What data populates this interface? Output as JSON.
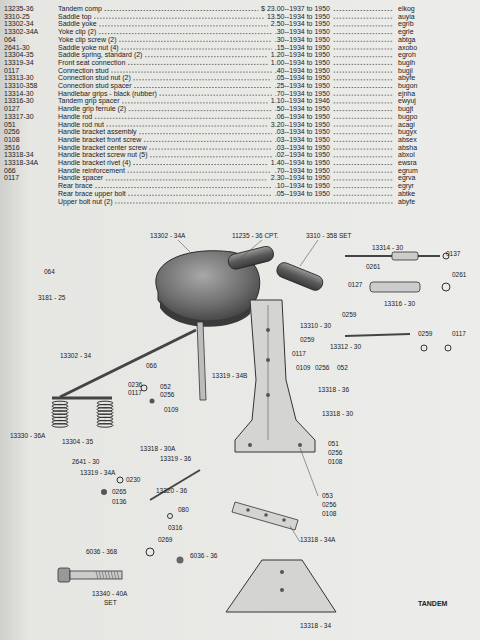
{
  "diagram": {
    "labels": [
      "13235-36",
      "3310-25",
      "13302-34",
      "13302-34A",
      "064",
      "2641-30",
      "13304-35",
      "13319-34",
      "0117",
      "13313-30",
      "13310-358",
      "13314-30",
      "13316-30",
      "0127",
      "13317-30",
      "051",
      "0256",
      "0108",
      "3516",
      "13318-34",
      "13318-34A",
      "066",
      "0117",
      "Tandem comp",
      "Saddle top",
      "Saddle yoke",
      "Yoke clip (2)",
      "Yoke clip screw (2)",
      "Saddle yoke nut (4)",
      "Saddle spring, standard (2)",
      "Front seat connection",
      "Connection stud",
      "Connection stud nut (2)",
      "Connection stud spacer",
      "Handlebar grips - black (rubber)",
      "Tandem grip spacer",
      "Handle grip ferrule (2)",
      "Handle rod",
      "Handle rod nut",
      "Handle bracket assembly",
      "Handle bracket front screw",
      "Handle bracket center screw",
      "Handle bracket screw nut (5)",
      "Handle bracket rivet (4)",
      "Handle reinforcement",
      "Handle spacer",
      "Rear brace",
      "Rear brace upper bolt",
      "Upper bolt nut (2)",
      "$ 23.00--1937 to 1950",
      "13.50--1934 to 1950",
      "2.50--1934 to 1950",
      ".30--1934 to 1950",
      ".30--1934 to 1950",
      ".15--1934 to 1950",
      "1.20--1934 to 1950",
      "1.00--1934 to 1950",
      ".40--1934 to 1950",
      ".05--1934 to 1950",
      ".25--1934 to 1950",
      ".70--1934 to 1950",
      "1.10--1934 to 1946",
      ".50--1934 to 1950",
      ".06--1934 to 1950",
      "3.20--1934 to 1950",
      ".03--1934 to 1950",
      ".03--1934 to 1950",
      ".03--1934 to 1950",
      ".02--1934 to 1950",
      "1.40--1934 to 1950",
      ".70--1934 to 1950",
      "2.30--1934 to 1950",
      ".10--1934 to 1950",
      ".05--1934 to 1950",
      "elkog",
      "auyia",
      "egrib",
      "egrle",
      "abtga",
      "axobo",
      "egroh",
      "bugih",
      "bugji",
      "abyfe",
      "bugon",
      "ejnha",
      "ewyuj",
      "bugjt",
      "bugpo",
      "acagi",
      "bugyx",
      "absex",
      "absha",
      "abxol",
      "ewsra",
      "egrum",
      "egrva",
      "egryr",
      "abtke",
      "abyfe",
      "13302 - 34A",
      "11235 - 36 CPT.",
      "3310 - 358 SET",
      "13314 - 30",
      "0137",
      "064",
      "0261",
      "0261",
      "0127",
      "13316 - 30",
      "3181 - 25",
      "0259",
      "13310 - 30",
      "0259",
      "0117",
      "13312 - 30",
      "0259",
      "0117",
      "0109",
      "0256",
      "052",
      "066",
      "13319 - 34B",
      "13302 - 34",
      "0236",
      "0117",
      "052",
      "0256",
      "0109",
      "13318 - 36",
      "13318 - 30",
      "13330 - 36A",
      "13304 - 35",
      "2641 - 30",
      "13318 - 30A",
      "13319 - 36",
      "051",
      "0256",
      "0108",
      "13319 - 34A",
      "0230",
      "0265",
      "0136",
      "13320 - 36",
      "080",
      "0316",
      "053",
      "0256",
      "0108",
      "0269",
      "6036 - 368",
      "6036 - 36",
      "13340 - 40A",
      "SET",
      "13318 - 34A",
      "13318 - 34",
      "TANDEM"
    ]
  }
}
